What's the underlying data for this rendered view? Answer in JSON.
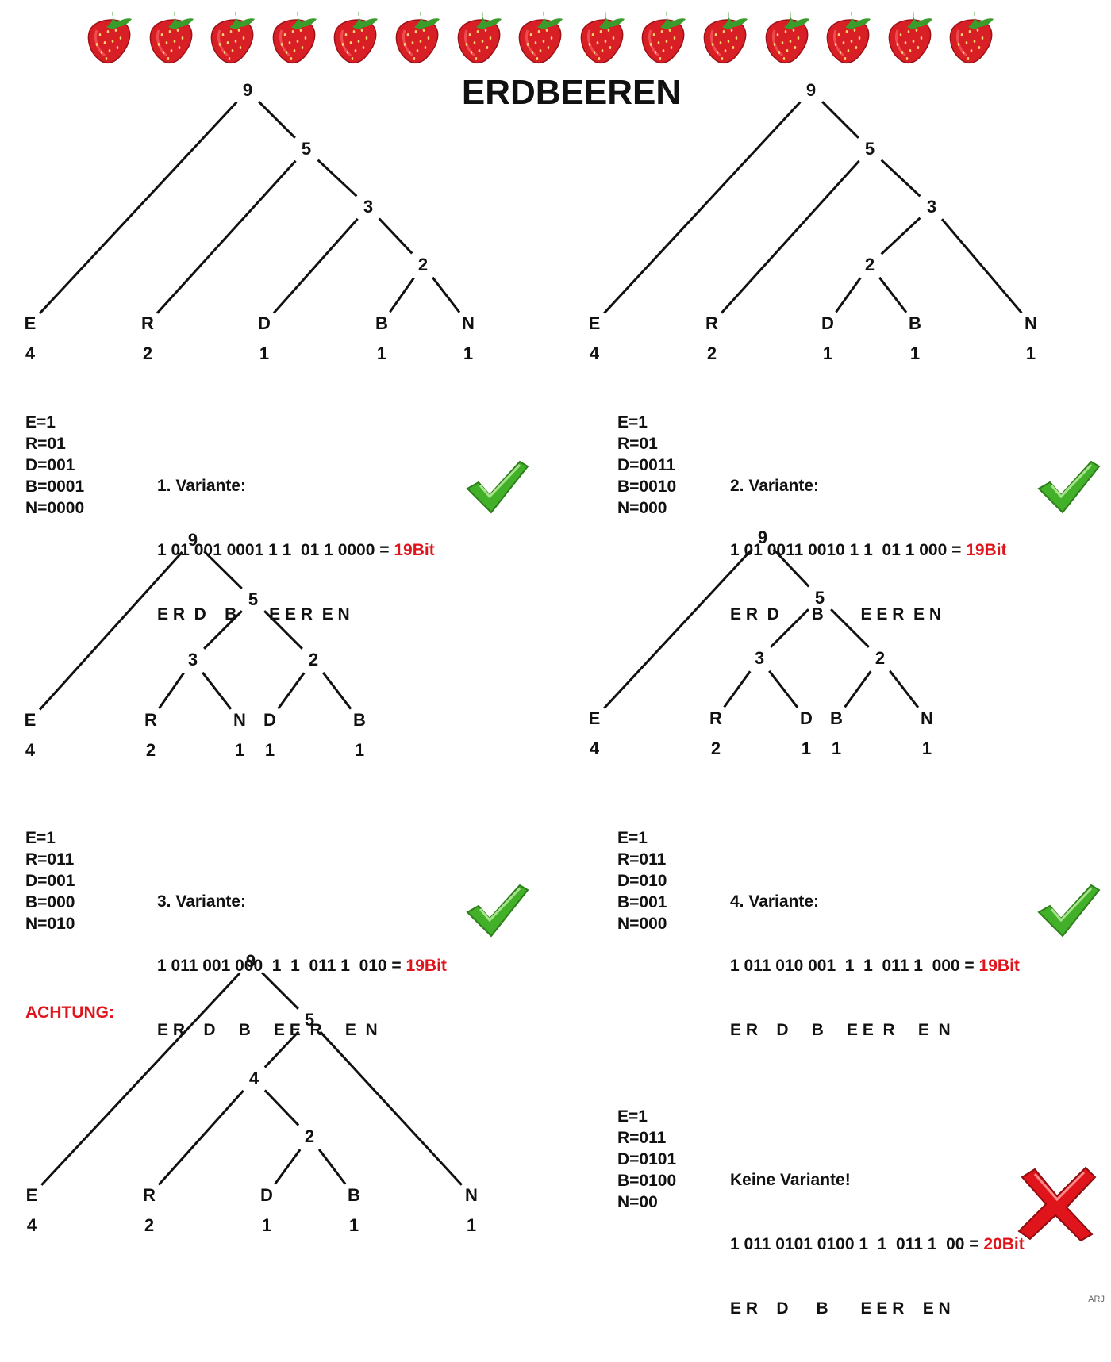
{
  "title": "ERDBEEREN",
  "strawberry_count": 15,
  "colors": {
    "accent_red": "#e0141b",
    "check_green": "#43b02a",
    "strawberry_red": "#d81f26",
    "leaf_green": "#3a9c2a"
  },
  "icons": {
    "strawberry": "strawberry-icon",
    "ok": "checkmark-icon",
    "bad": "cross-icon"
  },
  "warning_label": "ACHTUNG:",
  "signature": "ARJ",
  "trees": [
    {
      "id": "tree1",
      "nodes": [
        "9",
        "5",
        "3",
        "2"
      ],
      "leaves": [
        {
          "letter": "E",
          "count": "4"
        },
        {
          "letter": "R",
          "count": "2"
        },
        {
          "letter": "D",
          "count": "1"
        },
        {
          "letter": "B",
          "count": "1"
        },
        {
          "letter": "N",
          "count": "1"
        }
      ]
    },
    {
      "id": "tree2",
      "nodes": [
        "9",
        "5",
        "3",
        "2"
      ],
      "leaves": [
        {
          "letter": "E",
          "count": "4"
        },
        {
          "letter": "R",
          "count": "2"
        },
        {
          "letter": "D",
          "count": "1"
        },
        {
          "letter": "B",
          "count": "1"
        },
        {
          "letter": "N",
          "count": "1"
        }
      ]
    },
    {
      "id": "tree3",
      "nodes": [
        "9",
        "5",
        "3",
        "2"
      ],
      "leaves": [
        {
          "letter": "E",
          "count": "4"
        },
        {
          "letter": "R",
          "count": "2"
        },
        {
          "letter": "N",
          "count": "1"
        },
        {
          "letter": "D",
          "count": "1"
        },
        {
          "letter": "B",
          "count": "1"
        }
      ]
    },
    {
      "id": "tree4",
      "nodes": [
        "9",
        "5",
        "3",
        "2"
      ],
      "leaves": [
        {
          "letter": "E",
          "count": "4"
        },
        {
          "letter": "R",
          "count": "2"
        },
        {
          "letter": "D",
          "count": "1"
        },
        {
          "letter": "B",
          "count": "1"
        },
        {
          "letter": "N",
          "count": "1"
        }
      ]
    },
    {
      "id": "tree5",
      "nodes": [
        "9",
        "5",
        "4",
        "2"
      ],
      "leaves": [
        {
          "letter": "E",
          "count": "4"
        },
        {
          "letter": "R",
          "count": "2"
        },
        {
          "letter": "D",
          "count": "1"
        },
        {
          "letter": "B",
          "count": "1"
        },
        {
          "letter": "N",
          "count": "1"
        }
      ]
    }
  ],
  "variants": [
    {
      "codes": [
        "E=1",
        "R=01",
        "D=001",
        "B=0001",
        "N=0000"
      ],
      "heading": "1. Variante:",
      "bits": "1 01 001 0001 1 1  01 1 0000 = ",
      "result": "19Bit",
      "letters": "E R  D    B       E E R  E N",
      "verdict": "valid"
    },
    {
      "codes": [
        "E=1",
        "R=01",
        "D=0011",
        "B=0010",
        "N=000"
      ],
      "heading": "2. Variante:",
      "bits": "1 01 0011 0010 1 1  01 1 000 = ",
      "result": "19Bit",
      "letters": "E R  D       B        E E R  E N",
      "verdict": "valid"
    },
    {
      "codes": [
        "E=1",
        "R=011",
        "D=001",
        "B=000",
        "N=010"
      ],
      "heading": "3. Variante:",
      "bits": "1 011 001 000  1  1  011 1  010 = ",
      "result": "19Bit",
      "letters": "E R    D     B     E E  R     E  N",
      "verdict": "valid"
    },
    {
      "codes": [
        "E=1",
        "R=011",
        "D=010",
        "B=001",
        "N=000"
      ],
      "heading": "4. Variante:",
      "bits": "1 011 010 001  1  1  011 1  000 = ",
      "result": "19Bit",
      "letters": "E R    D     B     E E  R     E  N",
      "verdict": "valid"
    },
    {
      "codes": [
        "E=1",
        "R=011",
        "D=0101",
        "B=0100",
        "N=00"
      ],
      "heading": "Keine Variante!",
      "bits": "1 011 0101 0100 1  1  011 1  00 = ",
      "result": "20Bit",
      "letters": "E R    D      B       E E R    E N",
      "verdict": "invalid"
    }
  ]
}
